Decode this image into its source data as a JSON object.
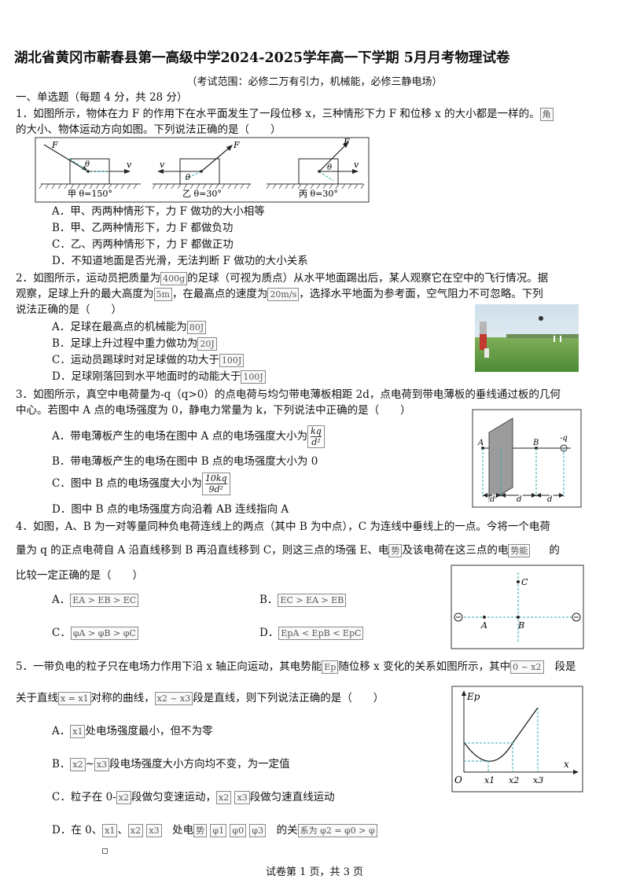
{
  "title": "湖北省黄冈市蕲春县第一高级中学2024-2025学年高一下学期 5月月考物理试卷",
  "scope": "（考试范围：必修二万有引力，机械能，必修三静电场）",
  "section1": "一、单选题（每题 4 分，共 28 分）",
  "q1": {
    "stem_a": "1．如图所示，物体在力 F 的作用下在水平面发生了一段位移 x，三种情形下力 F 和位移 x 的大小都是一样的。",
    "stem_box": "角",
    "stem_b": "的大小、物体运动方向如图。下列说法正确的是（　　）",
    "fig_labels": [
      "甲 θ=150°",
      "乙 θ=30°",
      "丙 θ=30°"
    ],
    "fig_F": "F",
    "fig_v": "v",
    "fig_theta": "θ",
    "options": [
      "A．甲、丙两种情形下，力 F 做功的大小相等",
      "B．甲、乙两种情形下，力 F 都做负功",
      "C．乙、丙两种情形下，力 F 都做正功",
      "D．不知道地面是否光滑，无法判断 F 做功的大小关系"
    ]
  },
  "q2": {
    "l1a": "2．如图所示，运动员把质量为",
    "b_mass": "400g",
    "l1b": "的足球（可视为质点）从水平地面踢出后，某人观察它在空中的飞行情况。据",
    "l2a": "观察，足球上升的最大高度为",
    "b_h": "5m",
    "l2b": "，在最高点的速度为",
    "b_v": "20m/s",
    "l2c": "，选择水平地面为参考面，空气阻力不可忽略。下列",
    "l3": "说法正确的是（　　）",
    "oA": "A．足球在最高点的机械能为",
    "bA": "80J",
    "oB": "B．足球上升过程中重力做功为",
    "bB": "20J",
    "oC": "C．运动员踢球时对足球做的功大于",
    "bC": "100J",
    "oD": "D．足球刚落回到水平地面时的动能大于",
    "bD": "100J"
  },
  "q3": {
    "l1": "3．如图所示，真空中电荷量为-q（q>0）的点电荷与均匀带电薄板相距 2d，点电荷到带电薄板的垂线通过板的几何",
    "l2": "中心。若图中 A 点的电场强度为 0，静电力常量为 k，下列说法中正确的是（　　）",
    "oA": "A．带电薄板产生的电场在图中 A 点的电场强度大小为",
    "fA_num": "kq",
    "fA_den": "d²",
    "oB": "B．带电薄板产生的电场在图中 B 点的电场强度大小为 0",
    "oC": "C．图中 B 点的电场强度大小为",
    "fC_num": "10kq",
    "fC_den": "9d²",
    "oD": "D．图中 B 点的电场强度方向沿着 AB 连线指向 A",
    "fig_A": "A",
    "fig_B": "B",
    "fig_q": "-q",
    "fig_d": "d"
  },
  "q4": {
    "l1": "4．如图，A、B 为一对等量同种负电荷连线上的两点（其中 B 为中点），C 为连线中垂线上的一点。今将一个电荷",
    "l2a": "量为 q 的正点电荷自 A 沿直线移到 B 再沿直线移到 C，则这三点的场强 E、电",
    "b_shi": "势",
    "l2b": "及该电荷在这三点的电",
    "b_neng": "势能",
    "l2c": "的",
    "l3": "比较一定正确的是（　　）",
    "oA": "A．",
    "bA": "EA > EB > EC",
    "oB": "B．",
    "bB": "EC > EA > EB",
    "oC": "C．",
    "bC": "φA > φB > φC",
    "oD": "D．",
    "bD": "EpA < EpB < EpC",
    "fig_A": "A",
    "fig_B": "B",
    "fig_C": "C"
  },
  "q5": {
    "l1a": "5．一带负电的粒子只在电场力作用下沿 x 轴正向运动，其电势能",
    "b_ep": "Ep",
    "l1b": "随位移 x 变化的关系如图所示，其中",
    "b_range": "0 ~ x2",
    "l1c": "段是",
    "l2a": "关于直线",
    "b_line": "x = x1",
    "l2b": "对称的曲线，",
    "b_seg": "x2 ~ x3",
    "l2c": "段是直线，则下列说法正确的是（　　）",
    "oA": "A．",
    "oA_b": "x1",
    "oA_t": "处电场强度最小，但不为零",
    "oB": "B．",
    "oB_b1": "x2",
    "oB_sep": "~",
    "oB_b2": "x3",
    "oB_t": "段电场强度大小方向均不变，为一定值",
    "oC": "C．粒子在 0-",
    "oC_b1": "x2",
    "oC_t1": "段做匀变速运动，",
    "oC_b2": "x2",
    "oC_b3": "x3",
    "oC_t2": "段做匀速直线运动",
    "oD": "D．在 0、",
    "oD_b1": "x1",
    "oD_b2": "x2",
    "oD_b3": "x3",
    "oD_t1": "处电",
    "oD_b4": "势",
    "oD_b5": "φ1",
    "oD_b6": "φ0",
    "oD_b7": "φ3",
    "oD_t2": "的关",
    "oD_b8": "系为 φ2 = φ0 > φ",
    "fig_Ep": "Ep",
    "fig_x": "x",
    "fig_O": "O",
    "fig_x1": "x1",
    "fig_x2": "x2",
    "fig_x3": "x3"
  },
  "footer": "试卷第 1 页，共 3 页",
  "photo_icon": "soccer-kick-photo"
}
